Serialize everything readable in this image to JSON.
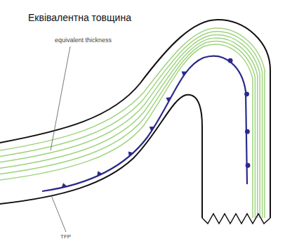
{
  "diagram": {
    "labels": [
      "Еквівалентна товщина",
      "equivalent thickness",
      "TFP"
    ]
  }
}
